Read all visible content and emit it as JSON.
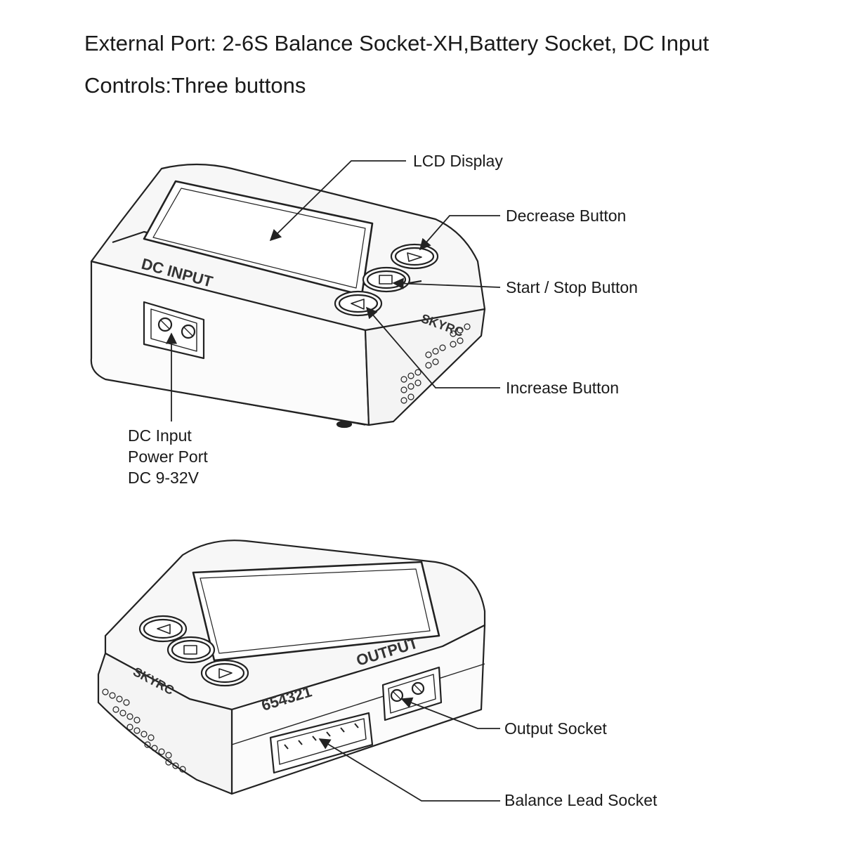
{
  "header": {
    "external_port": "External Port: 2-6S Balance Socket-XH,Battery Socket, DC Input",
    "controls": "Controls:Three buttons"
  },
  "top_view": {
    "labels": {
      "lcd_display": "LCD Display",
      "decrease_button": "Decrease Button",
      "start_stop_button": "Start / Stop Button",
      "increase_button": "Increase Button",
      "dc_input_line1": "DC Input",
      "dc_input_line2": "Power Port",
      "dc_input_line3": "DC 9-32V"
    },
    "device_marks": {
      "dc_input": "DC INPUT",
      "brand": "SKYRC"
    }
  },
  "bottom_view": {
    "labels": {
      "output_socket": "Output Socket",
      "balance_lead_socket": "Balance Lead Socket"
    },
    "device_marks": {
      "output": "OUTPUT",
      "balance_numbers": "654321",
      "brand": "SKYRC"
    }
  }
}
